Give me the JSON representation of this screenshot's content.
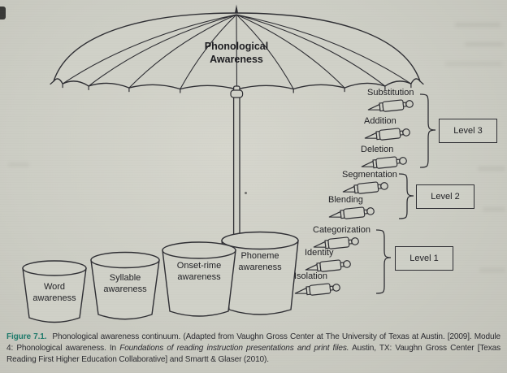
{
  "diagram": {
    "umbrella": {
      "line1": "Phonological",
      "line2": "Awareness"
    },
    "buckets": [
      {
        "line1": "Word",
        "line2": "awareness"
      },
      {
        "line1": "Syllable",
        "line2": "awareness"
      },
      {
        "line1": "Onset-rime",
        "line2": "awareness"
      },
      {
        "line1": "Phoneme",
        "line2": "awareness"
      }
    ],
    "skills": [
      {
        "label": "Substitution"
      },
      {
        "label": "Addition"
      },
      {
        "label": "Deletion"
      },
      {
        "label": "Segmentation"
      },
      {
        "label": "Blending"
      },
      {
        "label": "Categorization"
      },
      {
        "label": "Identity"
      },
      {
        "label": "Isolation"
      }
    ],
    "levels": [
      {
        "label": "Level 3"
      },
      {
        "label": "Level 2"
      },
      {
        "label": "Level 1"
      }
    ]
  },
  "caption": {
    "figure_label": "Figure 7.1.",
    "part1": "Phonological awareness continuum. (Adapted from Vaughn Gross Center at The University of Texas at Austin. [2009]. Module 4: Phonological awareness. In ",
    "italic": "Foundations of reading instruction presentations and print files.",
    "part2": " Austin, TX: Vaughn Gross Center [Texas Reading First Higher Education Collaborative] and Smartt & Glaser (2010)."
  },
  "colors": {
    "paper": "#d0d1c8",
    "ink": "#2e2e33",
    "caption_accent": "#1e7a6b"
  }
}
